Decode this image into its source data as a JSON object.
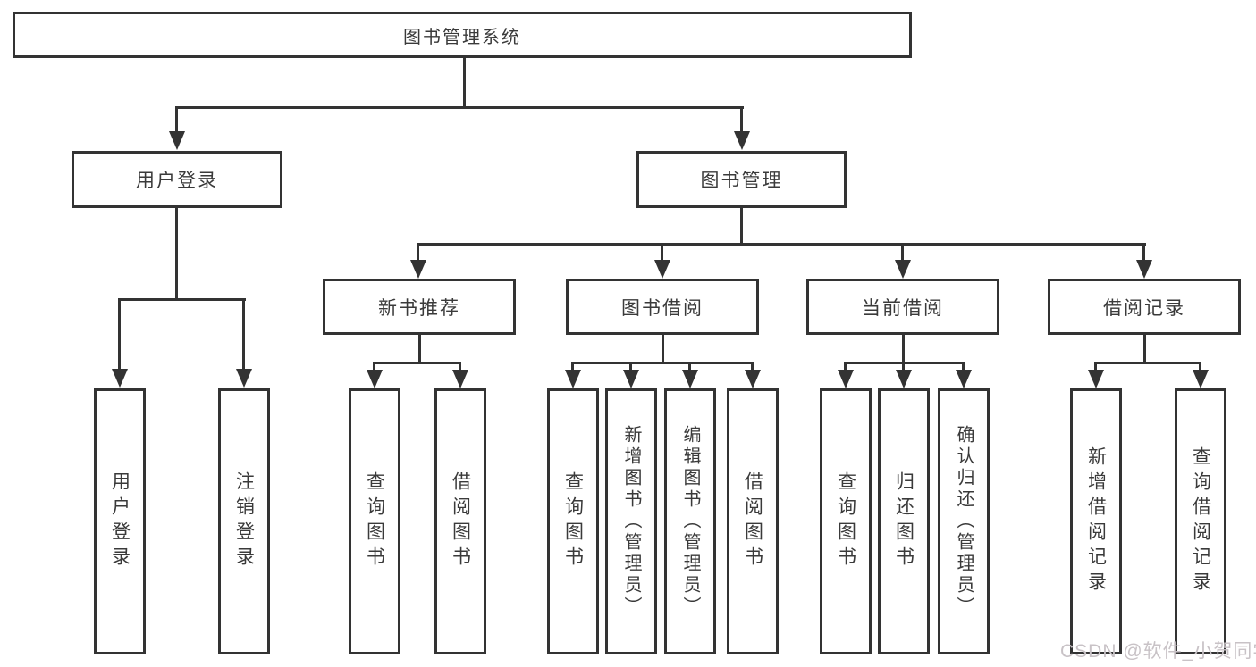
{
  "diagram": {
    "root": {
      "label": "图书管理系统"
    },
    "level2": [
      {
        "id": "user-login",
        "label": "用户登录"
      },
      {
        "id": "book-mgmt",
        "label": "图书管理"
      }
    ],
    "level3": [
      {
        "id": "new-book-rec",
        "label": "新书推荐"
      },
      {
        "id": "book-borrow",
        "label": "图书借阅"
      },
      {
        "id": "current-borrow",
        "label": "当前借阅"
      },
      {
        "id": "borrow-records",
        "label": "借阅记录"
      }
    ],
    "leaves": {
      "user_login": [
        {
          "label": "用户登录"
        },
        {
          "label": "注销登录"
        }
      ],
      "new_book": [
        {
          "label": "查询图书"
        },
        {
          "label": "借阅图书"
        }
      ],
      "book_borrow": [
        {
          "label": "查询图书"
        },
        {
          "label": "新增图书（管理员）"
        },
        {
          "label": "编辑图书（管理员）"
        },
        {
          "label": "借阅图书"
        }
      ],
      "current_borrow": [
        {
          "label": "查询图书"
        },
        {
          "label": "归还图书"
        },
        {
          "label": "确认归还（管理员）"
        }
      ],
      "borrow_record": [
        {
          "label": "新增借阅记录"
        },
        {
          "label": "查询借阅记录"
        }
      ]
    },
    "colors": {
      "line": "#333333",
      "text": "#3a3a3a",
      "watermark": "#c8c2c6",
      "background": "#ffffff"
    }
  },
  "watermark": {
    "text": "CSDN @软件_小贺同学"
  }
}
